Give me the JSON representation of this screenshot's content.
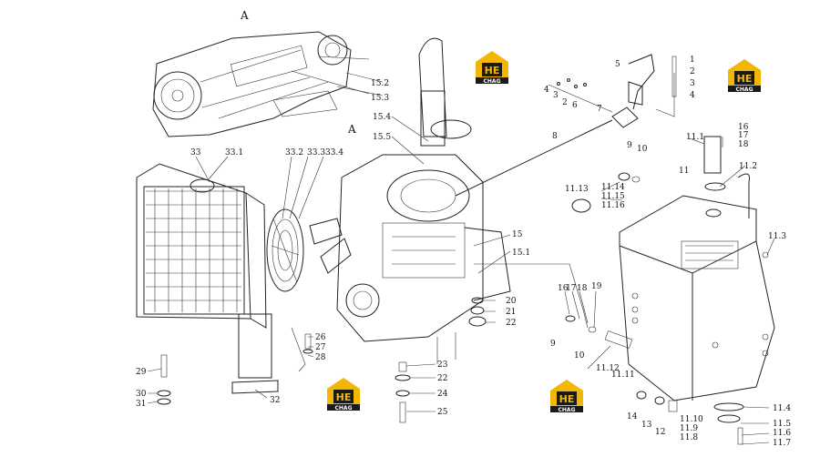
{
  "section_labels": [
    "A",
    "A"
  ],
  "logo": {
    "mark": "HE",
    "text": "CHAG",
    "colors": {
      "gold": "#f2b705",
      "dark": "#1a1a1a"
    }
  },
  "labels": {
    "l_1": "1",
    "l_2": "2",
    "l_3": "3",
    "l_4": "4",
    "l_4b": "4",
    "l_3b": "3",
    "l_2b": "2",
    "l_6": "6",
    "l_5": "5",
    "l_7": "7",
    "l_8": "8",
    "l_9": "9",
    "l_10": "10",
    "l_9b": "9",
    "l_10b": "10",
    "l_11": "11",
    "l_11_1": "11.1",
    "l_11_2": "11.2",
    "l_11_3": "11.3",
    "l_11_4": "11.4",
    "l_11_5": "11.5",
    "l_11_6": "11.6",
    "l_11_7": "11.7",
    "l_11_8": "11.8",
    "l_11_9": "11.9",
    "l_11_10": "11.10",
    "l_11_11": "11.11",
    "l_11_12": "11.12",
    "l_11_13": "11.13",
    "l_11_14": "11.14",
    "l_11_15": "11.15",
    "l_11_16": "11.16",
    "l_12": "12",
    "l_13": "13",
    "l_14": "14",
    "l_15": "15",
    "l_15_1": "15.1",
    "l_15_2": "15.2",
    "l_15_3": "15.3",
    "l_15_4": "15.4",
    "l_15_5": "15.5",
    "l_16": "16",
    "l_17": "17",
    "l_18": "18",
    "l_16b": "16",
    "l_17b": "17",
    "l_18b": "18",
    "l_19": "19",
    "l_20": "20",
    "l_21": "21",
    "l_22": "22",
    "l_22b": "22",
    "l_23": "23",
    "l_24": "24",
    "l_25": "25",
    "l_26": "26",
    "l_27": "27",
    "l_28": "28",
    "l_29": "29",
    "l_30": "30",
    "l_31": "31",
    "l_32": "32",
    "l_33": "33",
    "l_33_1": "33.1",
    "l_33_2": "33.2",
    "l_33_3": "33.3",
    "l_33_4": "33.4"
  }
}
